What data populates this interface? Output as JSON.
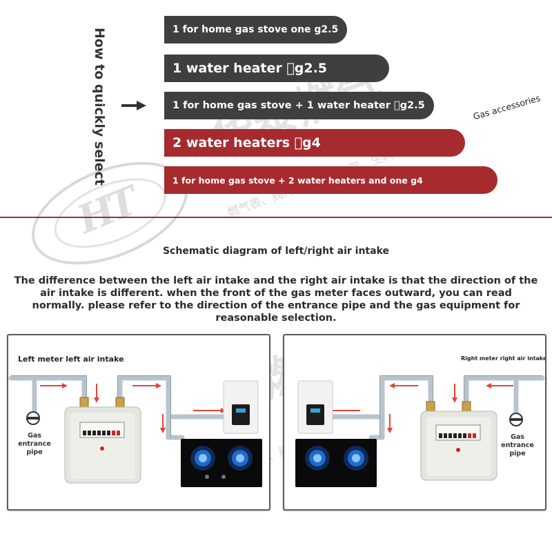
{
  "selector": {
    "title": "How to quickly select",
    "options": [
      {
        "label": "1 for home gas stove one g2.5",
        "style": "dark"
      },
      {
        "label": "1 water heater \u0000g2.5",
        "style": "dark"
      },
      {
        "label": "1 for home gas stove + 1 water heater \u0000g2.5",
        "style": "dark"
      },
      {
        "label": "2 water heaters \u0000g4",
        "style": "red"
      },
      {
        "label": "1 for home gas stove + 2 water heaters and one g4",
        "style": "red"
      }
    ],
    "tag": "Gas accessories"
  },
  "watermark": {
    "brand_chars": "华泰燃气",
    "tagline": "燃气表、阀门、管道及支架、生料带、配件",
    "registered": "®"
  },
  "schematic": {
    "title": "Schematic diagram of left/right air intake",
    "description": "The difference between the left air intake and the right air intake is that the direction of the air intake is different. when the front of the gas meter faces outward, you can read normally. please refer to the direction of the entrance pipe and the gas equipment for reasonable selection.",
    "left_panel": {
      "label": "Left meter left air intake",
      "pipe_label": "Gas entrance pipe"
    },
    "right_panel": {
      "label": "Right meter right air intake",
      "pipe_label": "Gas entrance pipe"
    }
  },
  "colors": {
    "dark_pill": "#3f3f3f",
    "red_pill": "#a62b2f",
    "divider": "#a62b2f",
    "flow_arrow": "#e0453a",
    "pipe": "#b8c4cc"
  }
}
